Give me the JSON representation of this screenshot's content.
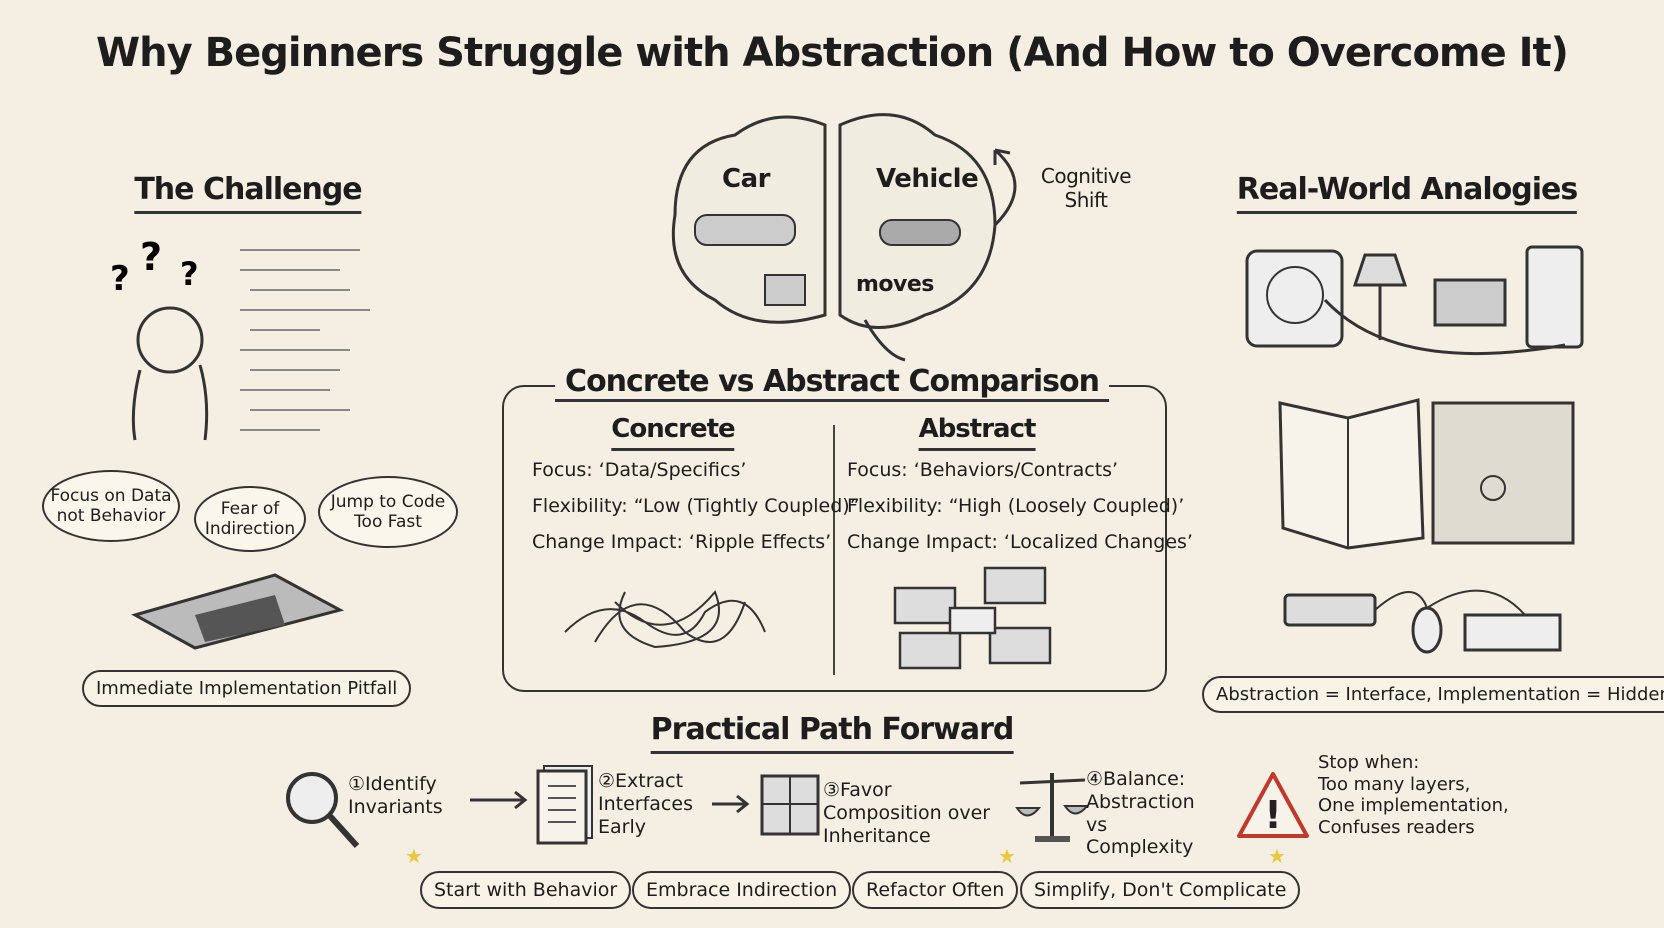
{
  "title": "Why Beginners Struggle with Abstraction (And How to Overcome It)",
  "challenge": {
    "heading": "The Challenge",
    "bubbles": [
      "Focus on Data not Behavior",
      "Fear of Indirection",
      "Jump to Code Too Fast"
    ],
    "pitfall": "Immediate Implementation Pitfall"
  },
  "brain": {
    "left_label": "Car",
    "right_label": "Vehicle",
    "bottom_label": "moves",
    "shift": "Cognitive Shift"
  },
  "analogies": {
    "heading": "Real-World Analogies",
    "caption": "Abstraction = Interface, Implementation = Hidden"
  },
  "comparison": {
    "heading": "Concrete vs Abstract Comparison",
    "concrete": {
      "heading": "Concrete",
      "rows": [
        "Focus: ‘Data/Specifics’",
        "Flexibility: “Low (Tightly Coupled)”",
        "Change Impact: ‘Ripple Effects’"
      ]
    },
    "abstract": {
      "heading": "Abstract",
      "rows": [
        "Focus: ‘Behaviors/Contracts’",
        "Flexibility: “High (Loosely Coupled)’",
        "Change Impact: ‘Localized Changes’"
      ]
    }
  },
  "path": {
    "heading": "Practical Path Forward",
    "steps": [
      "①Identify Invariants",
      "②Extract Interfaces Early",
      "③Favor Composition over Inheritance",
      "④Balance: Abstraction vs Complexity"
    ],
    "stop": [
      "Stop when:",
      "Too many layers,",
      "One implementation,",
      "Confuses readers"
    ],
    "tips": [
      "Start with Behavior",
      "Embrace Indirection",
      "Refactor Often",
      "Simplify, Don't Complicate"
    ]
  },
  "colors": {
    "background": "#f4efe2",
    "ink": "#1d1d1d",
    "warning": "#c0392b",
    "star": "#e8c840"
  }
}
